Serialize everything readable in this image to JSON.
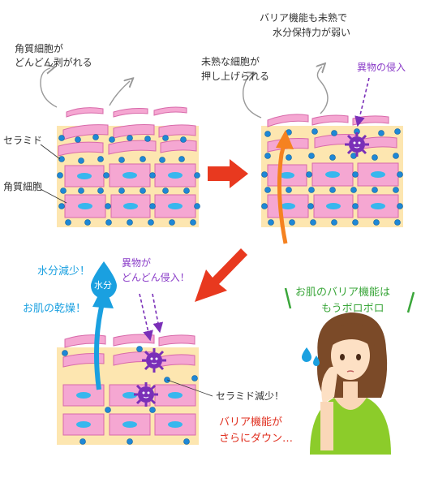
{
  "panel_top_left": {
    "caption_line1": "角質細胞が",
    "caption_line2": "どんどん剥がれる",
    "label_ceramide": "セラミド",
    "label_corneocyte": "角質細胞"
  },
  "panel_top_right": {
    "caption_weak_line1": "バリア機能も未熟で",
    "caption_weak_line2": "水分保持力が弱い",
    "caption_push_line1": "未熟な細胞が",
    "caption_push_line2": "押し上げられる",
    "label_foreign": "異物の侵入"
  },
  "panel_bottom": {
    "label_water_decrease": "水分減少！",
    "label_skin_dry": "お肌の乾燥！",
    "label_drop": "水分",
    "label_foreign_line1": "異物が",
    "label_foreign_line2": "どんどん侵入！",
    "label_ceramide_decrease": "セラミド減少！",
    "caption_barrier_line1": "バリア機能が",
    "caption_barrier_line2": "さらにダウン…"
  },
  "woman": {
    "speech_line1": "お肌のバリア機能は",
    "speech_line2": "もうボロボロ"
  },
  "colors": {
    "skin_base": "#fde6b0",
    "cell_pink": "#f5a7d2",
    "cell_pink_border": "#d86aaa",
    "ceramide_dot": "#1e88d6",
    "nucleus": "#37b7ee",
    "arrow_red": "#e8391f",
    "arrow_orange": "#f58220",
    "water_blue": "#1aa0e0",
    "foreign_purple": "#7a2fb8",
    "speech_green": "#3aa63a",
    "text_red": "#e03020"
  }
}
